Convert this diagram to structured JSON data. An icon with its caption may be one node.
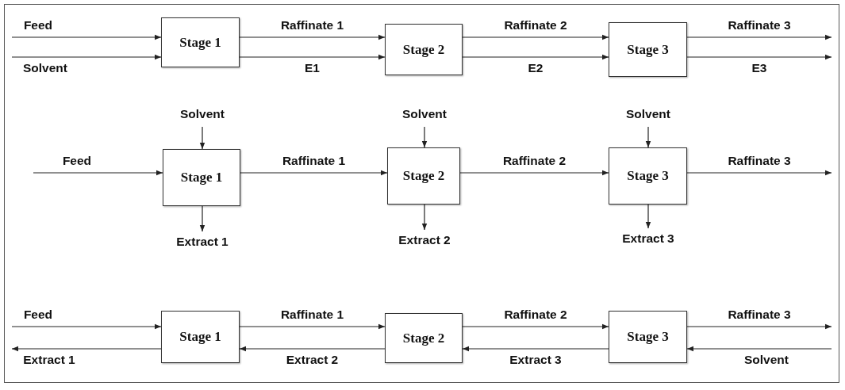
{
  "diagram": {
    "nodes": [
      {
        "text": [
          "Stage 1"
        ]
      },
      {
        "text": [
          "Stage 2"
        ]
      },
      {
        "text": [
          "Stage 3"
        ]
      },
      {
        "text": [
          "Stage 1"
        ]
      },
      {
        "text": [
          "Stage 2"
        ]
      },
      {
        "text": [
          "Stage 3"
        ]
      },
      {
        "text": [
          "Stage 1"
        ]
      },
      {
        "text": [
          "Stage 2"
        ]
      },
      {
        "text": [
          "Stage 3"
        ]
      }
    ],
    "edges": [
      {
        "from": null,
        "to": 0,
        "arrow": "to",
        "label": "Feed"
      },
      {
        "from": null,
        "to": 0,
        "arrow": "to",
        "label": "Solvent"
      },
      {
        "from": 0,
        "to": 1,
        "arrow": "to",
        "label": "Raffinate 1"
      },
      {
        "from": 0,
        "to": 1,
        "arrow": "to",
        "label": "E1"
      },
      {
        "from": 1,
        "to": 2,
        "arrow": "to",
        "label": "Raffinate 2"
      },
      {
        "from": 1,
        "to": 2,
        "arrow": "to",
        "label": "E2"
      },
      {
        "from": 2,
        "to": null,
        "arrow": "to",
        "label": "Raffinate 3"
      },
      {
        "from": 2,
        "to": null,
        "arrow": "to",
        "label": "E3"
      },
      {
        "from": null,
        "to": 3,
        "arrow": "to",
        "label": "Feed"
      },
      {
        "from": null,
        "to": 3,
        "arrow": "to",
        "label": "Solvent"
      },
      {
        "from": 3,
        "to": null,
        "arrow": "to",
        "label": "Extract 1"
      },
      {
        "from": 3,
        "to": 4,
        "arrow": "to",
        "label": "Raffinate 1"
      },
      {
        "from": null,
        "to": 4,
        "arrow": "to",
        "label": "Solvent"
      },
      {
        "from": 4,
        "to": null,
        "arrow": "to",
        "label": "Extract 2"
      },
      {
        "from": 4,
        "to": 5,
        "arrow": "to",
        "label": "Raffinate 2"
      },
      {
        "from": null,
        "to": 5,
        "arrow": "to",
        "label": "Solvent"
      },
      {
        "from": 5,
        "to": null,
        "arrow": "to",
        "label": "Extract 3"
      },
      {
        "from": 5,
        "to": null,
        "arrow": "to",
        "label": "Raffinate 3"
      },
      {
        "from": null,
        "to": 6,
        "arrow": "to",
        "label": "Feed"
      },
      {
        "from": 6,
        "to": null,
        "arrow": "to",
        "label": "Extract 1"
      },
      {
        "from": 6,
        "to": 7,
        "arrow": "to",
        "label": "Raffinate 1"
      },
      {
        "from": 7,
        "to": 6,
        "arrow": "to",
        "label": "Extract 2"
      },
      {
        "from": 7,
        "to": 8,
        "arrow": "to",
        "label": "Raffinate 2"
      },
      {
        "from": 8,
        "to": 7,
        "arrow": "to",
        "label": "Extract 3"
      },
      {
        "from": 8,
        "to": null,
        "arrow": "to",
        "label": "Raffinate 3"
      },
      {
        "from": null,
        "to": 8,
        "arrow": "to",
        "label": "Solvent"
      }
    ]
  }
}
